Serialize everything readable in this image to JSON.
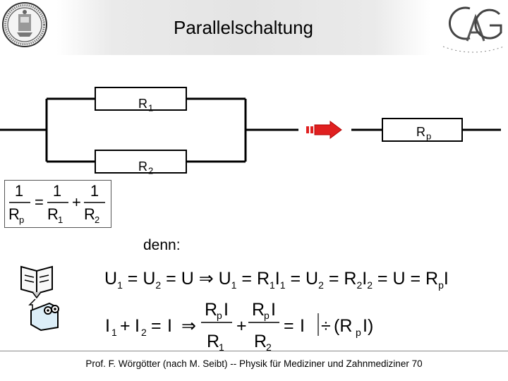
{
  "slide": {
    "title": "Parallelschaltung",
    "footer": "Prof. F. Wörgötter (nach M. Seibt) -- Physik für Mediziner und Zahnmediziner 70"
  },
  "circuit": {
    "r1": {
      "main": "R",
      "sub": "1"
    },
    "r2": {
      "main": "R",
      "sub": "2"
    },
    "rp": {
      "main": "R",
      "sub": "p"
    }
  },
  "formula_box": {
    "one": "1",
    "rp": "R",
    "rp_sub": "p",
    "eq": "=",
    "r1": "R",
    "r1_sub": "1",
    "plus": "+",
    "r2": "R",
    "r2_sub": "2"
  },
  "explanation": {
    "denn": "denn:"
  },
  "colors": {
    "arrow": "#e02020",
    "title_band": "#e4e4e4"
  }
}
